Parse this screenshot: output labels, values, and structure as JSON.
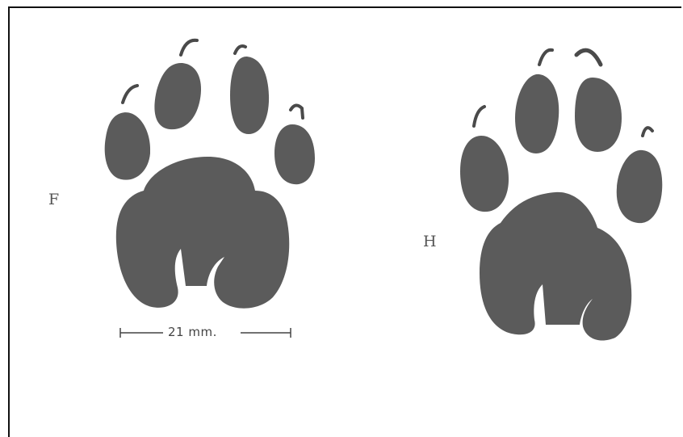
{
  "labels": {
    "forefoot": "F",
    "hindfoot": "H"
  },
  "scale_bar": {
    "text": "21 mm."
  },
  "colors": {
    "print_fill": "#5b5b5b",
    "claw": "#4a4a4a",
    "frame": "#111111",
    "background": "#ffffff"
  }
}
